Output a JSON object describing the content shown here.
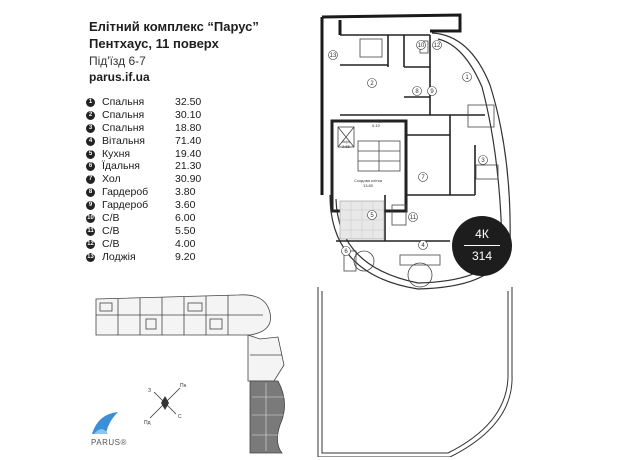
{
  "header": {
    "line1": "Елітний комплекс “Парус”",
    "line2": "Пентхаус, 11 поверх",
    "entrance": "Під'їзд 6-7",
    "site": "parus.if.ua"
  },
  "rooms": [
    {
      "n": "1",
      "name": "Спальня",
      "area": "32.50"
    },
    {
      "n": "2",
      "name": "Спальня",
      "area": "30.10"
    },
    {
      "n": "3",
      "name": "Спальня",
      "area": "18.80"
    },
    {
      "n": "4",
      "name": "Вітальня",
      "area": "71.40"
    },
    {
      "n": "5",
      "name": "Кухня",
      "area": "19.40"
    },
    {
      "n": "6",
      "name": "Їдальня",
      "area": "21.30"
    },
    {
      "n": "7",
      "name": "Хол",
      "area": "30.90"
    },
    {
      "n": "8",
      "name": "Гардероб",
      "area": "3.80"
    },
    {
      "n": "9",
      "name": "Гардероб",
      "area": "3.60"
    },
    {
      "n": "10",
      "name": "С/В",
      "area": "6.00"
    },
    {
      "n": "11",
      "name": "С/В",
      "area": "5.50"
    },
    {
      "n": "12",
      "name": "С/В",
      "area": "4.00"
    },
    {
      "n": "13",
      "name": "Лоджія",
      "area": "9.20"
    }
  ],
  "plan_labels": {
    "tambur": "Тамбур",
    "tambur_area": "6.10",
    "landing": "Сходова клітка",
    "landing_area": "13.80",
    "lift": "Ліфт",
    "lift_area": "2.55"
  },
  "compass": {
    "north": "Пн",
    "south": "Пд",
    "west": "З",
    "east": "С"
  },
  "badge": {
    "top": "4К",
    "bottom": "314"
  },
  "brand": "PARUS®",
  "colors": {
    "accent": "#1d1d1d",
    "highlight_block": "#7a7a7a",
    "floor_tile": "#e8e8e8",
    "brand_blue": "#3a8fd6"
  }
}
